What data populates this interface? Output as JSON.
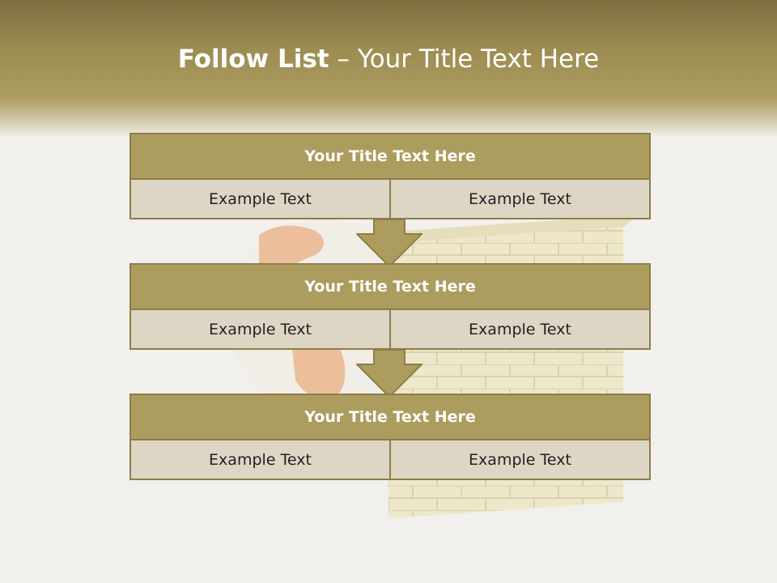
{
  "slide": {
    "title_bold": "Follow List",
    "title_rest": " – Your Title Text Here"
  },
  "steps": [
    {
      "title": "Your Title Text Here",
      "left": "Example Text",
      "right": "Example Text"
    },
    {
      "title": "Your Title Text Here",
      "left": "Example Text",
      "right": "Example Text"
    },
    {
      "title": "Your Title Text Here",
      "left": "Example Text",
      "right": "Example Text"
    }
  ],
  "colors": {
    "header_band": "#9c8c52",
    "box_header": "#ac9c5e",
    "box_body": "#ddd6c5",
    "border": "#8c7e48"
  },
  "background_image": [
    "globe-image",
    "brick-wall-image"
  ]
}
